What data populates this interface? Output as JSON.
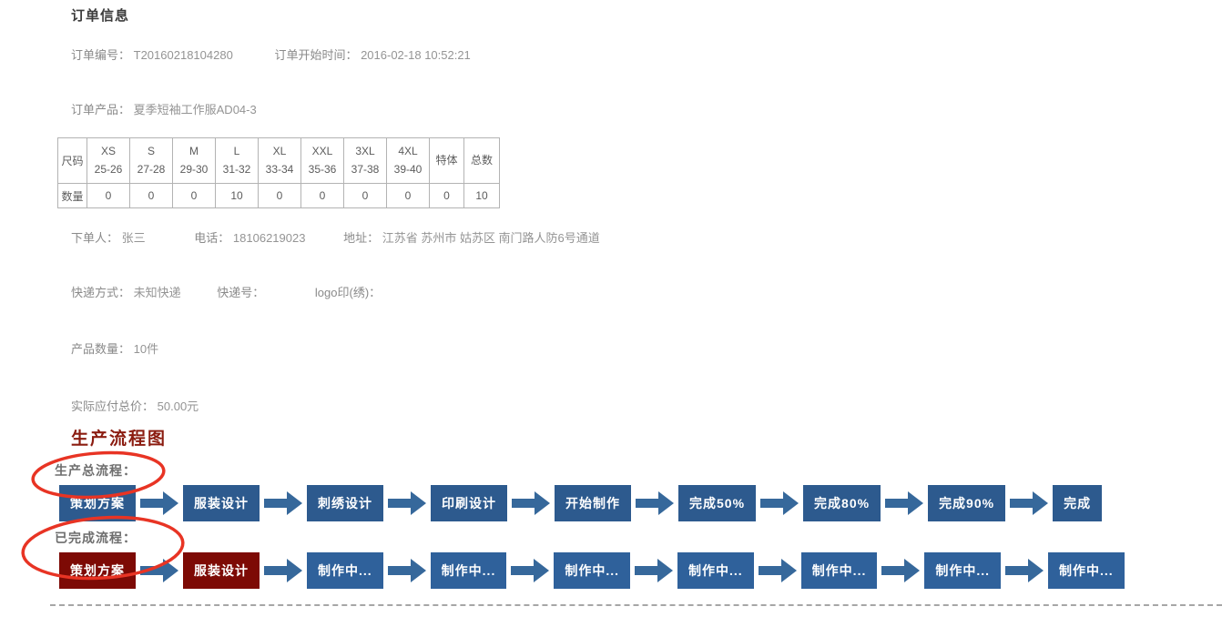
{
  "page_title": "订单信息",
  "order": {
    "number_label": "订单编号：",
    "number": "T20160218104280",
    "start_label": "订单开始时间：",
    "start_time": "2016-02-18 10:52:21",
    "product_label": "订单产品：",
    "product": "夏季短袖工作服AD04-3",
    "buyer_label": "下单人：",
    "buyer": "张三",
    "phone_label": "电话：",
    "phone": "18106219023",
    "address_label": "地址：",
    "address": "江苏省 苏州市 姑苏区 南门路人防6号通道",
    "express_label": "快递方式：",
    "express": "未知快递",
    "tracking_label": "快递号：",
    "tracking": "",
    "logo_label": "logo印(绣)：",
    "logo": "",
    "quantity_label": "产品数量：",
    "quantity": "10件",
    "total_label": "实际应付总价：",
    "total": "50.00元"
  },
  "size_table": {
    "size_header": "尺码",
    "qty_header": "数量",
    "columns": [
      {
        "size": "XS",
        "range": "25-26",
        "qty": "0"
      },
      {
        "size": "S",
        "range": "27-28",
        "qty": "0"
      },
      {
        "size": "M",
        "range": "29-30",
        "qty": "0"
      },
      {
        "size": "L",
        "range": "31-32",
        "qty": "10"
      },
      {
        "size": "XL",
        "range": "33-34",
        "qty": "0"
      },
      {
        "size": "XXL",
        "range": "35-36",
        "qty": "0"
      },
      {
        "size": "3XL",
        "range": "37-38",
        "qty": "0"
      },
      {
        "size": "4XL",
        "range": "39-40",
        "qty": "0"
      },
      {
        "size": "特体",
        "range": "",
        "qty": "0"
      },
      {
        "size": "总数",
        "range": "",
        "qty": "10"
      }
    ]
  },
  "flow": {
    "heading": "生产流程图",
    "overall_label": "生产总流程：",
    "completed_label": "已完成流程：",
    "overall_steps": [
      "策划方案",
      "服装设计",
      "刺绣设计",
      "印刷设计",
      "开始制作",
      "完成50%",
      "完成80%",
      "完成90%",
      "完成"
    ],
    "completed_steps": [
      "策划方案",
      "服装设计",
      "制作中...",
      "制作中...",
      "制作中...",
      "制作中...",
      "制作中...",
      "制作中...",
      "制作中..."
    ],
    "completed_done_count": 2,
    "colors": {
      "overall_box": "#2d5a8e",
      "completed_done_box": "#7d0a05",
      "completed_pending_box": "#2f619b",
      "arrow": "#36689b",
      "annotation": "#e83424",
      "heading_color": "#8b1c10"
    }
  }
}
